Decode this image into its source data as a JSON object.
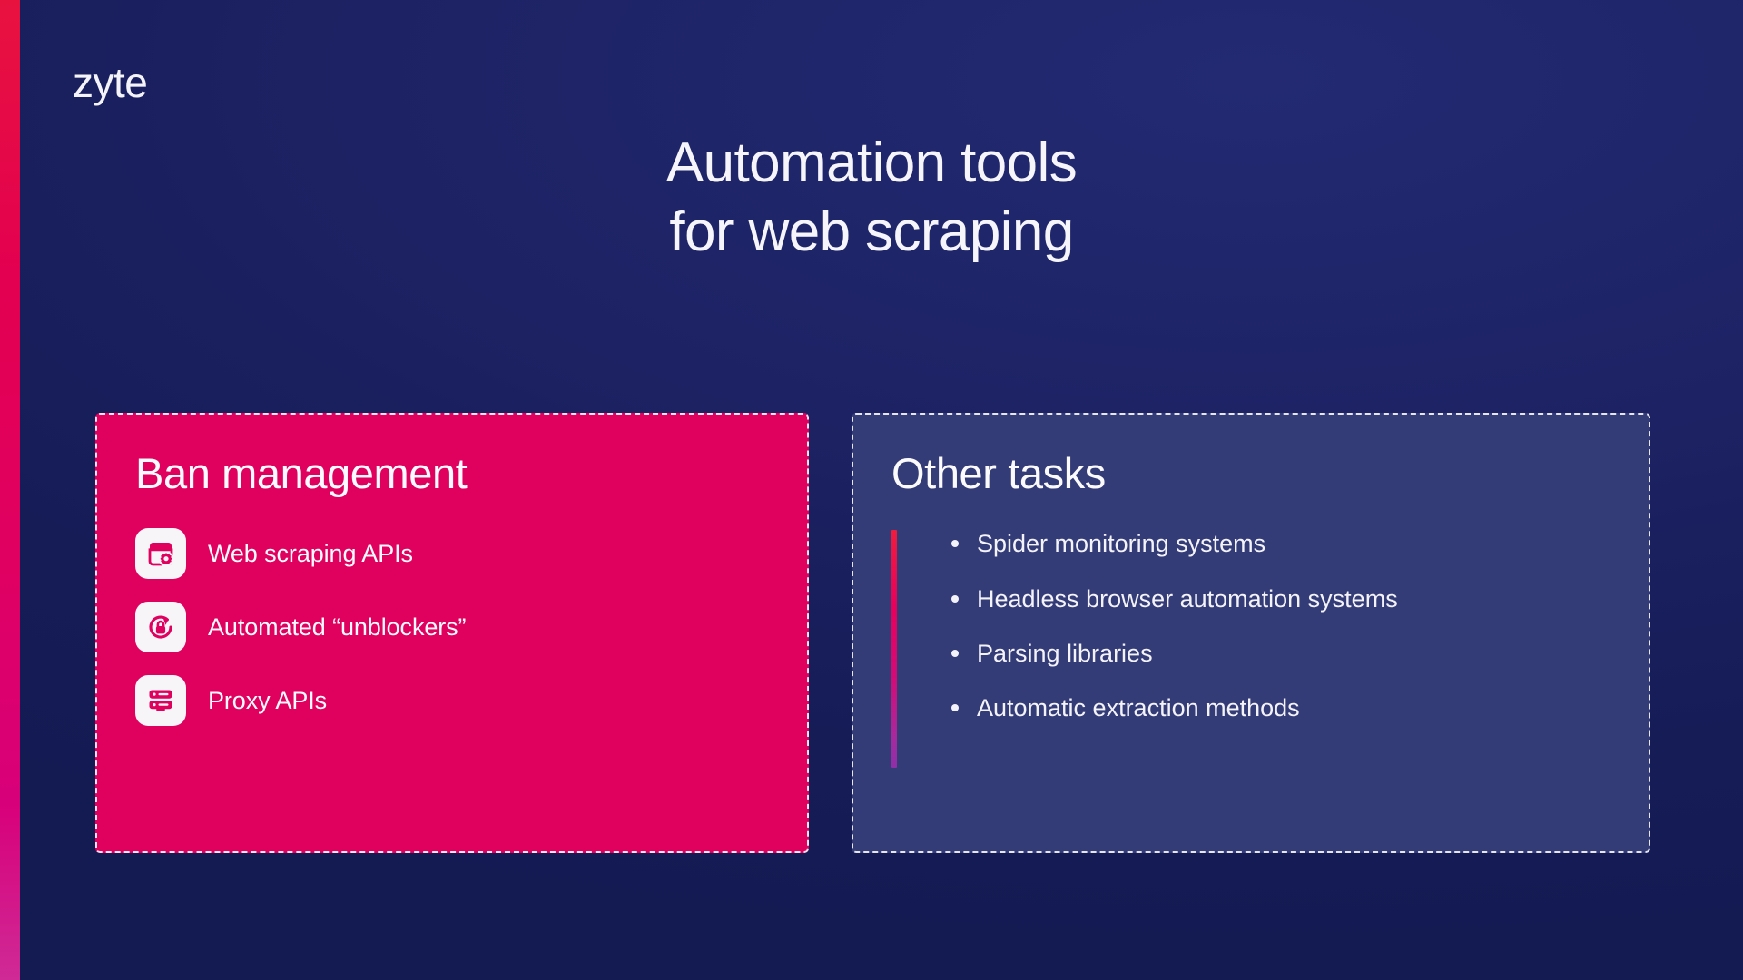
{
  "brand": {
    "logo_text": "zyte",
    "accent_pink": "#e0005e",
    "accent_red": "#e8123f",
    "accent_purple": "#8f2fa8",
    "background_navy": "#1d2365",
    "card_dark_navy": "#343c77",
    "text_white": "#f6f5fb"
  },
  "title": {
    "line1": "Automation tools",
    "line2": "for web scraping"
  },
  "cards": {
    "ban_management": {
      "heading": "Ban management",
      "features": [
        {
          "icon": "browser-settings-icon",
          "label": "Web scraping APIs"
        },
        {
          "icon": "unlock-refresh-icon",
          "label": "Automated “unblockers”"
        },
        {
          "icon": "proxy-server-icon",
          "label": "Proxy APIs"
        }
      ]
    },
    "other_tasks": {
      "heading": "Other tasks",
      "bullets": [
        "Spider monitoring systems",
        "Headless browser automation systems",
        "Parsing libraries",
        "Automatic extraction methods"
      ]
    }
  }
}
